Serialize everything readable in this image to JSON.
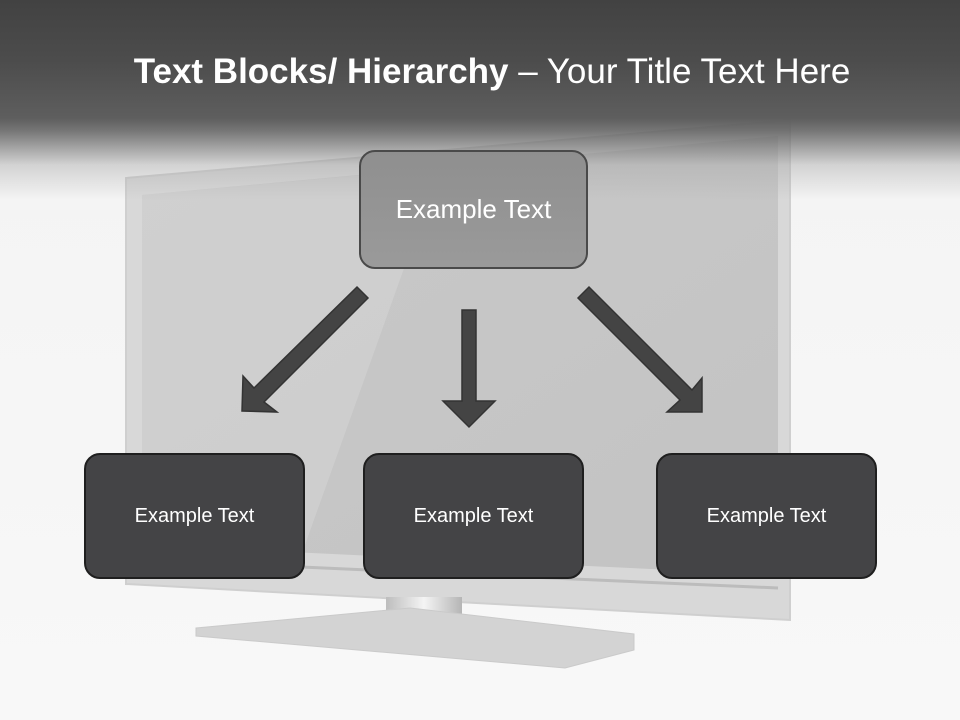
{
  "slide": {
    "title_bold": "Text Blocks/ Hierarchy",
    "title_rest": " – Your Title Text Here"
  },
  "hierarchy": {
    "root": {
      "label": "Example Text"
    },
    "children": [
      {
        "label": "Example Text"
      },
      {
        "label": "Example Text"
      },
      {
        "label": "Example Text"
      }
    ]
  },
  "colors": {
    "header": "#4a4a4a",
    "root_fill": "#959595",
    "child_fill": "#444446",
    "arrow_fill": "#444444",
    "text": "#ffffff"
  }
}
